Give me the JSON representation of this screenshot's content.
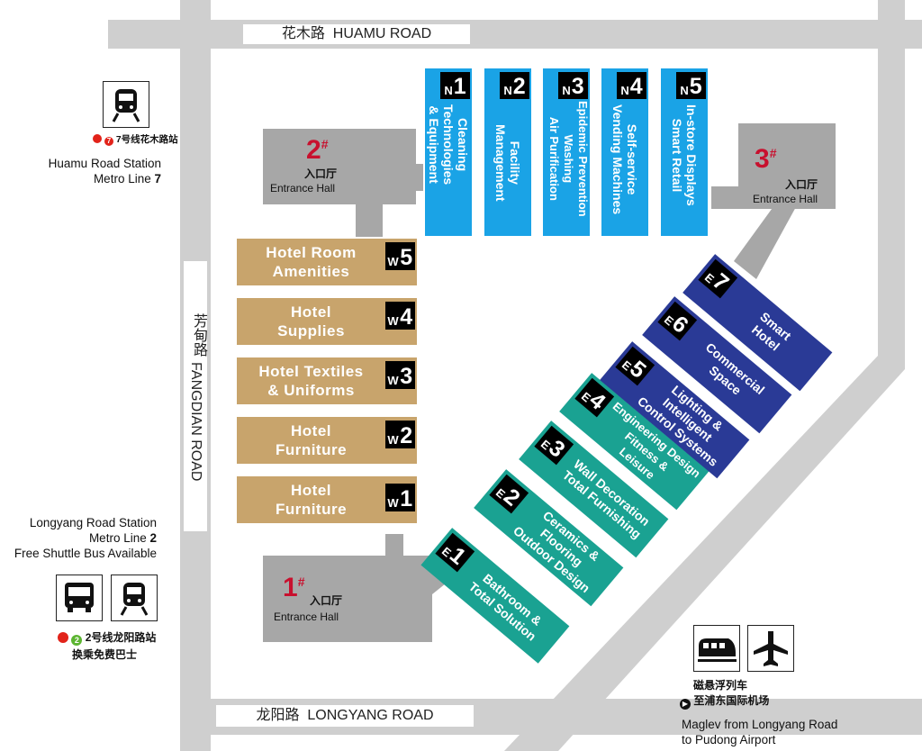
{
  "roads": {
    "top": {
      "cn": "花木路",
      "en": "HUAMU ROAD"
    },
    "bottom": {
      "cn": "龙阳路",
      "en": "LONGYANG ROAD"
    },
    "left": {
      "cn": "芳甸路",
      "en": "FANGDIAN ROAD"
    }
  },
  "entrances": [
    {
      "num": "1",
      "mark": "#",
      "cn": "入口厅",
      "en": "Entrance Hall"
    },
    {
      "num": "2",
      "mark": "#",
      "cn": "入口厅",
      "en": "Entrance Hall"
    },
    {
      "num": "3",
      "mark": "#",
      "cn": "入口厅",
      "en": "Entrance Hall"
    }
  ],
  "north_halls": [
    {
      "letter": "N",
      "num": "1",
      "lines": [
        "Cleaning",
        "Technologies",
        "& Equipment"
      ]
    },
    {
      "letter": "N",
      "num": "2",
      "lines": [
        "Facility",
        "Management"
      ]
    },
    {
      "letter": "N",
      "num": "3",
      "lines": [
        "Epidemic Prevention",
        "Washing",
        "Air Purification"
      ]
    },
    {
      "letter": "N",
      "num": "4",
      "lines": [
        "Self-service",
        "Vending Machines"
      ]
    },
    {
      "letter": "N",
      "num": "5",
      "lines": [
        "In-store Displays",
        "Smart Retail"
      ]
    }
  ],
  "west_halls": [
    {
      "letter": "W",
      "num": "5",
      "lines": [
        "Hotel Room",
        "Amenities"
      ]
    },
    {
      "letter": "W",
      "num": "4",
      "lines": [
        "Hotel",
        "Supplies"
      ]
    },
    {
      "letter": "W",
      "num": "3",
      "lines": [
        "Hotel Textiles",
        "& Uniforms"
      ]
    },
    {
      "letter": "W",
      "num": "2",
      "lines": [
        "Hotel",
        "Furniture"
      ]
    },
    {
      "letter": "W",
      "num": "1",
      "lines": [
        "Hotel",
        "Furniture"
      ]
    }
  ],
  "east_halls": [
    {
      "letter": "E",
      "num": "1",
      "lines": [
        "Bathroom &",
        "Total Solution"
      ]
    },
    {
      "letter": "E",
      "num": "2",
      "lines": [
        "Ceramics &",
        "Flooring",
        "Outdoor Design"
      ]
    },
    {
      "letter": "E",
      "num": "3",
      "lines": [
        "Wall Decoration",
        "Total Furnishing"
      ]
    },
    {
      "letter": "E",
      "num": "4",
      "lines": [
        "Engineering Design",
        "Fitness &",
        "Leisure"
      ]
    },
    {
      "letter": "E",
      "num": "5",
      "lines": [
        "Lighting &",
        "Intelligent",
        "Control Systems"
      ]
    },
    {
      "letter": "E",
      "num": "6",
      "lines": [
        "Commercial",
        "Space"
      ]
    },
    {
      "letter": "E",
      "num": "7",
      "lines": [
        "Smart",
        "Hotel"
      ]
    }
  ],
  "stations": {
    "huamu": {
      "cn_line": "7号线花木路站",
      "line_num": "7",
      "name": "Huamu Road Station",
      "line": "Metro Line ",
      "line_bold": "7"
    },
    "longyang": {
      "name": "Longyang Road Station",
      "line": "Metro Line ",
      "line_bold": "2",
      "shuttle": "Free Shuttle Bus Available",
      "cn_line": "2号线龙阳路站",
      "line_num": "2",
      "cn_shuttle": "换乘免费巴士"
    },
    "maglev": {
      "cn1": "磁悬浮列车",
      "cn2": "至浦东国际机场",
      "en1": "Maglev from Longyang Road",
      "en2": "to Pudong Airport"
    }
  },
  "colors": {
    "road": "#cfcfcf",
    "west": "#c8a46c",
    "north": "#1aa3e6",
    "east_teal": "#1aa292",
    "east_navy": "#2a3a96",
    "entrance": "#a7a7a7",
    "red": "#c8102e"
  }
}
